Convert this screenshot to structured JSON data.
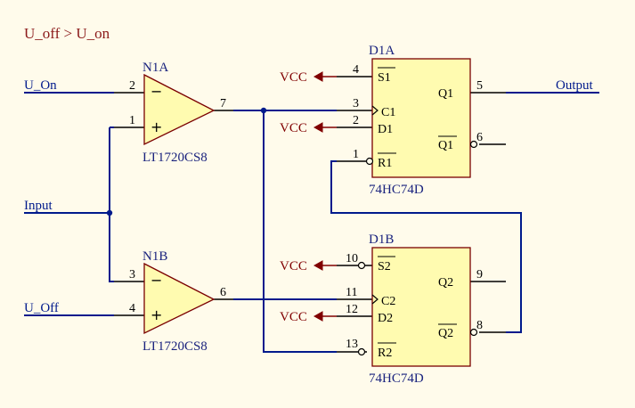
{
  "title": "U_off > U_on",
  "colors": {
    "background": "#fffbeb",
    "net": "#001a8c",
    "pin": "#000000",
    "body_fill": "#fffbb0",
    "body_stroke": "#7a0000",
    "power": "#800000",
    "label": "#1a237e"
  },
  "nets": {
    "u_on": "U_On",
    "input": "Input",
    "u_off": "U_Off",
    "output": "Output"
  },
  "power_label": "VCC",
  "comparators": [
    {
      "ref": "N1A",
      "part": "LT1720CS8",
      "pin_minus": "2",
      "pin_plus": "1",
      "pin_out": "7"
    },
    {
      "ref": "N1B",
      "part": "LT1720CS8",
      "pin_minus": "3",
      "pin_plus": "4",
      "pin_out": "6"
    }
  ],
  "flipflops": [
    {
      "ref": "D1A",
      "part": "74HC74D",
      "pins": {
        "s": "4",
        "c": "3",
        "d": "2",
        "r": "1",
        "q": "5",
        "qn": "6"
      },
      "labels": {
        "s": "S1",
        "c": "C1",
        "d": "D1",
        "r": "R1",
        "q": "Q1",
        "qn": "Q1"
      }
    },
    {
      "ref": "D1B",
      "part": "74HC74D",
      "pins": {
        "s": "10",
        "c": "11",
        "d": "12",
        "r": "13",
        "q": "9",
        "qn": "8"
      },
      "labels": {
        "s": "S2",
        "c": "C2",
        "d": "D2",
        "r": "R2",
        "q": "Q2",
        "qn": "Q2"
      }
    }
  ]
}
